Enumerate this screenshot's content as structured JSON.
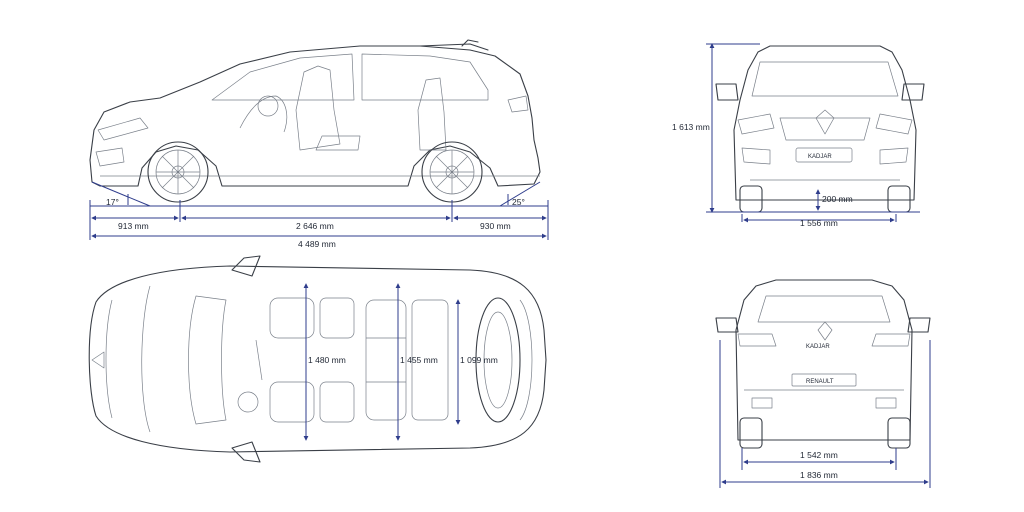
{
  "side_view": {
    "approach_angle": "17°",
    "departure_angle": "25°",
    "front_overhang": "913 mm",
    "wheelbase": "2 646 mm",
    "rear_overhang": "930 mm",
    "overall_length": "4 489 mm"
  },
  "front_view": {
    "height": "1 613 mm",
    "ground_clearance": "200 mm",
    "front_track": "1 556 mm",
    "badge": "KADJAR"
  },
  "top_view": {
    "front_interior_width": "1 480 mm",
    "rear_interior_width": "1 455 mm",
    "boot_width": "1 099 mm"
  },
  "rear_view": {
    "rear_track": "1 542 mm",
    "overall_width": "1 836 mm",
    "badge": "KADJAR",
    "plate": "RENAULT"
  },
  "colors": {
    "dimension_line": "#2f3d8c",
    "drawing_line": "#3a3f47"
  }
}
